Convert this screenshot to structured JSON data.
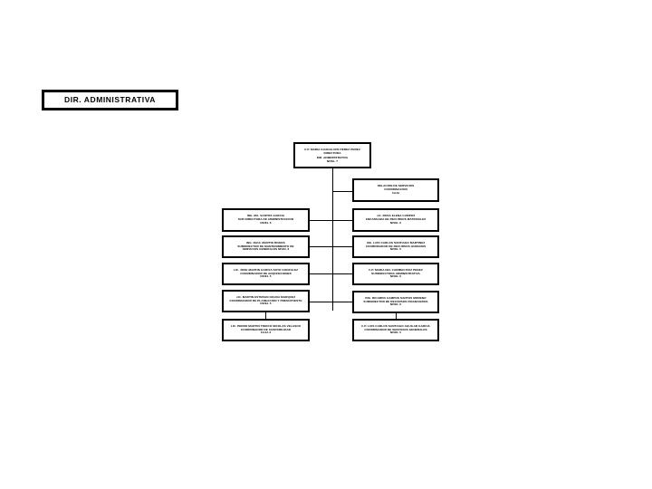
{
  "document": {
    "title_box_label": "DIR. ADMINISTRATIVA"
  },
  "chart_data": {
    "type": "diagram",
    "diagram_type": "organizational-chart",
    "title": "DIR. ADMINISTRATIVA",
    "orientation": "vertical-spine-two-column",
    "colors": {
      "background": "#ffffff",
      "box_fill": "#ffffff",
      "box_border": "#000000",
      "connector": "#000000",
      "text": "#000000"
    },
    "root": {
      "id": "root",
      "lines": [
        "C.P. MARIA GUADALUPE PEREZ PEREZ",
        "DIRECTORA",
        "DIR. ADMINISTRATIVA",
        "NIVEL 7"
      ]
    },
    "nodes": [
      {
        "id": "r0-right",
        "row": 0,
        "column": "right",
        "lines": [
          "RELACION DE SERVICIOS",
          "COORDINACION",
          "CAJA"
        ]
      },
      {
        "id": "r1-left",
        "row": 1,
        "column": "left",
        "lines": [
          "ING. MA. SANTOS GARCIA",
          "SUB DIRECTORA DE ADMINISTRACION",
          "NIVEL 6"
        ]
      },
      {
        "id": "r1-right",
        "row": 1,
        "column": "right",
        "lines": [
          "LIC. ROSA ELENA CAMPOS",
          "ENCARGADA DE RECURSOS MATERIALES",
          "NIVEL 6"
        ]
      },
      {
        "id": "r2-left",
        "row": 2,
        "column": "left",
        "lines": [
          "ING. RAUL MARTIN RIVERA",
          "SUBDIRECTOR DE MANTENIMIENTO DE",
          "SERVICIOS GENERALES NIVEL 6"
        ]
      },
      {
        "id": "r2-right",
        "row": 2,
        "column": "right",
        "lines": [
          "ING. LUIS CARLOS SANTIAGO MARTINEZ",
          "COORDINADOR DE RECURSOS HUMANOS",
          "NIVEL 5"
        ]
      },
      {
        "id": "r3-left",
        "row": 3,
        "column": "left",
        "lines": [
          "LIC. JOSE MARTIN GARCIA SOTO GONZALEZ",
          "COORDINADOR DE ADQUISICIONES",
          "NIVEL 5"
        ]
      },
      {
        "id": "r3-right",
        "row": 3,
        "column": "right",
        "lines": [
          "C.P. MARIA DEL CARMEN RUIZ PEREZ",
          "SUBDIRECTORA ADMINISTRATIVA",
          "NIVEL 6"
        ]
      },
      {
        "id": "r4-left",
        "row": 4,
        "column": "left",
        "lines": [
          "LIC. MARTIN ESTEBAN OCHOA MARQUEZ",
          "COORDINADOR DE PLANEACION Y PRESUPUESTO",
          "NIVEL 5"
        ]
      },
      {
        "id": "r4-right",
        "row": 4,
        "column": "right",
        "lines": [
          "ING. RICARDO CAMPOS SANTOS MORENO",
          "SUBDIRECTOR DE RECURSOS FINANCIEROS",
          "NIVEL 6"
        ]
      },
      {
        "id": "r5-left",
        "row": 5,
        "column": "left",
        "lines": [
          "LIC. PEDRO MARTIN TINOCO NICOLAS VELASCO",
          "COORDINADOR DE CONTABILIDAD",
          "CAJA 3"
        ]
      },
      {
        "id": "r5-right",
        "row": 5,
        "column": "right",
        "lines": [
          "C.P. LUIS CARLOS SANTIAGO AGUILAR GARCIA",
          "COORDINADOR DE SERVICIOS GENERALES",
          "NIVEL 5"
        ]
      }
    ]
  }
}
